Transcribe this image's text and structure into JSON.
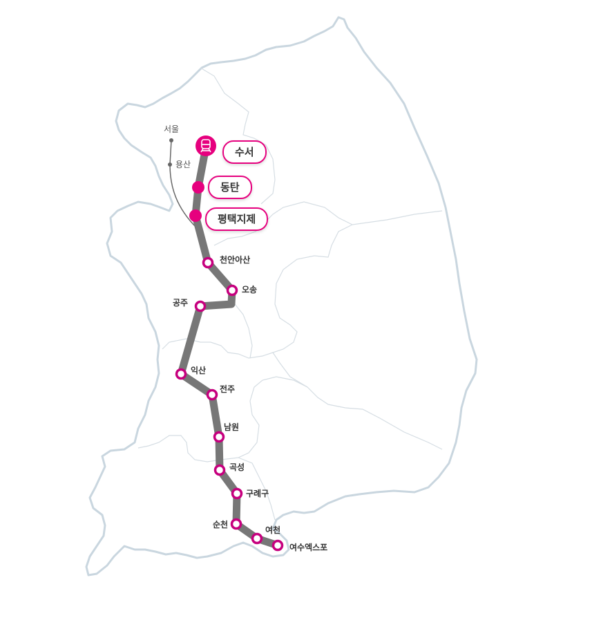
{
  "colors": {
    "border": "#c9d6df",
    "region_line": "#d5dde3",
    "route": "#777777",
    "station": "#c6007e",
    "highlight": "#e6007e",
    "other_line": "#666666"
  },
  "other_line": {
    "stations": [
      "서울",
      "용산"
    ]
  },
  "highlight_stations": [
    "수서",
    "동탄",
    "평택지제"
  ],
  "stations": [
    "천안아산",
    "오송",
    "공주",
    "익산",
    "전주",
    "남원",
    "곡성",
    "구례구",
    "순천",
    "여천",
    "여수엑스포"
  ],
  "icons": {
    "start": "train-icon"
  }
}
